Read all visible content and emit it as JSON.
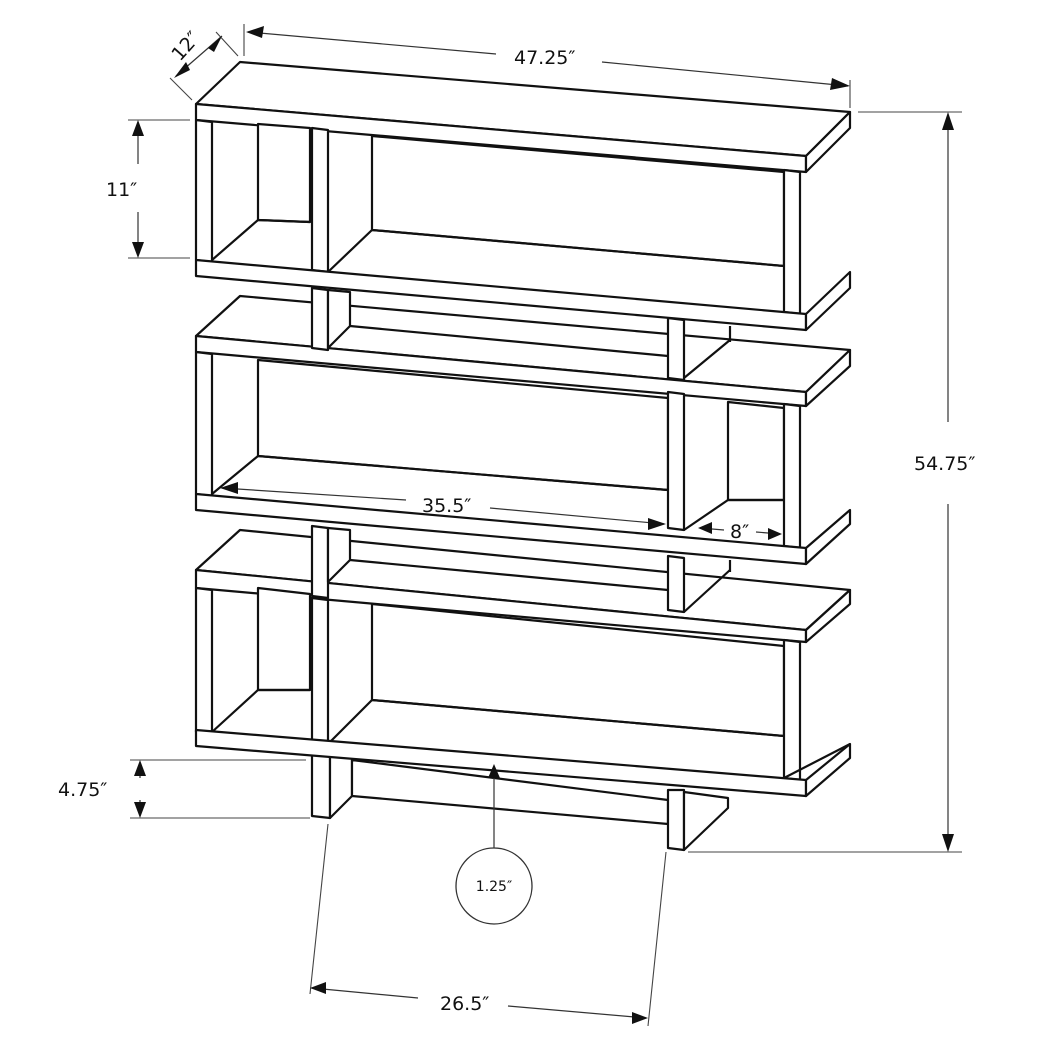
{
  "diagram": {
    "subject": "Three-tier offset open bookshelf",
    "line_color": "#111111",
    "background": "#ffffff",
    "dimensions": {
      "depth": "12″",
      "overall_width": "47.25″",
      "overall_height": "54.75″",
      "shelf_opening_height": "11″",
      "inner_shelf_width": "35.5″",
      "side_cubby_width": "8″",
      "base_clearance": "4.75″",
      "board_thickness": "1.25″",
      "base_width": "26.5″"
    }
  }
}
